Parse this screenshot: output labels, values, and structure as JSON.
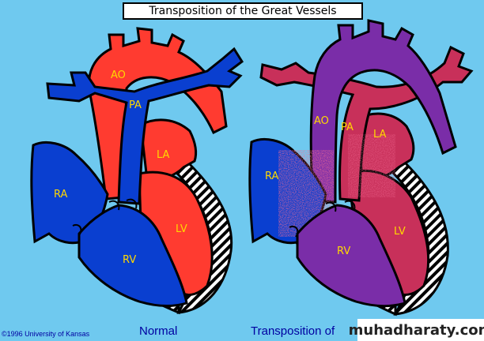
{
  "title": "Transposition of the Great Vessels",
  "left_diagram": {
    "caption": "Normal",
    "labels": {
      "ao": "AO",
      "pa": "PA",
      "la": "LA",
      "ra": "RA",
      "lv": "LV",
      "rv": "RV"
    }
  },
  "right_diagram": {
    "caption": "Transposition of",
    "labels": {
      "ao": "AO",
      "pa": "PA",
      "la": "LA",
      "ra": "RA",
      "lv": "LV",
      "rv": "RV"
    }
  },
  "copyright": "©1996 University of Kansas",
  "watermark": "muhadharaty.com",
  "colors": {
    "background": "#6fc9ef",
    "oxygenated": "#ff3b30",
    "deoxygenated": "#0a3fd0",
    "mixed_purple": "#7a2da8",
    "mixed_magenta": "#c8305a",
    "label": "#ffd800"
  }
}
